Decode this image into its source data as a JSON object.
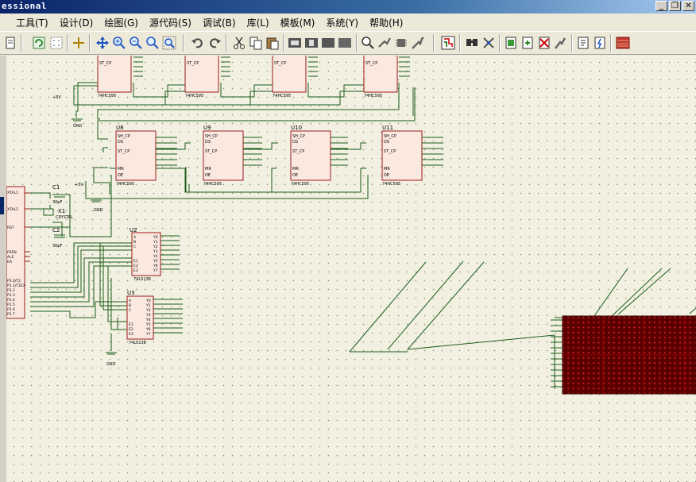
{
  "window": {
    "title": "essional"
  },
  "menu": [
    "工具(T)",
    "设计(D)",
    "绘图(G)",
    "源代码(S)",
    "调试(B)",
    "库(L)",
    "模板(M)",
    "系统(Y)",
    "帮助(H)"
  ],
  "shift_registers": [
    {
      "ref": "",
      "row": 1,
      "chip": "74HC595"
    },
    {
      "ref": "",
      "row": 1,
      "chip": "74HC595"
    },
    {
      "ref": "",
      "row": 1,
      "chip": "74HC595"
    },
    {
      "ref": "",
      "row": 1,
      "chip": "74HC595"
    },
    {
      "ref": "U8",
      "row": 2,
      "chip": "74HC595"
    },
    {
      "ref": "U9",
      "row": 2,
      "chip": "74HC595"
    },
    {
      "ref": "U10",
      "row": 2,
      "chip": "74HC595"
    },
    {
      "ref": "U11",
      "row": 2,
      "chip": "74HC595"
    }
  ],
  "pin_labels": {
    "sh": "SH_CP",
    "ds": "DS",
    "st": "ST_CP",
    "mr": "MR",
    "oe": "OE"
  },
  "power": {
    "vcc": "+5V",
    "gnd": "GND"
  },
  "crystal": {
    "c1": "C1",
    "c2": "C2",
    "cap": "30pF",
    "x1": "X1",
    "name": "CRYSTAL"
  },
  "mcu": {
    "xtal1": "XTAL1",
    "xtal2": "XTAL2",
    "rst": "RST",
    "psen": "PSEN",
    "ale": "ALE",
    "ea": "EA",
    "p1": [
      "P1.0/T2",
      "P1.1/T2EX",
      "P1.2",
      "P1.3",
      "P1.4",
      "P1.5",
      "P1.6",
      "P1.7"
    ]
  },
  "decoders": [
    {
      "ref": "U2",
      "chip": "74LS138"
    },
    {
      "ref": "U3",
      "chip": "74LS138"
    }
  ],
  "decoder_pins": {
    "a": "A",
    "b": "B",
    "c": "C",
    "e1": "E1",
    "e2": "E2",
    "e3": "E3",
    "outs": [
      "Y0",
      "Y1",
      "Y2",
      "Y3",
      "Y4",
      "Y5",
      "Y6",
      "Y7"
    ]
  },
  "colors": {
    "canvas": "#f2f0e0",
    "wire": "#1a5c1a",
    "chip_fill": "#fbe9e0",
    "chip_border": "#9b1b1b",
    "matrix": "#5a0000",
    "pin_text": "#000080"
  },
  "toolbar_icons": [
    "new-icon",
    "refresh-icon",
    "grid-icon",
    "origin-icon",
    "pan-icon",
    "zoom-in-icon",
    "zoom-out-icon",
    "zoom-all-icon",
    "zoom-area-icon",
    "undo-icon",
    "redo-icon",
    "cut-icon",
    "copy-icon",
    "paste-icon",
    "block-copy-icon",
    "block-move-icon",
    "block-rotate-icon",
    "block-delete-icon",
    "pick-device-icon",
    "make-device-icon",
    "package-icon",
    "decompose-icon",
    "wire-autorouter-icon",
    "search-icon",
    "property-tool-icon",
    "new-sheet-icon",
    "remove-sheet-icon",
    "exit-sheet-icon",
    "bom-icon",
    "erc-icon",
    "ares-icon"
  ]
}
